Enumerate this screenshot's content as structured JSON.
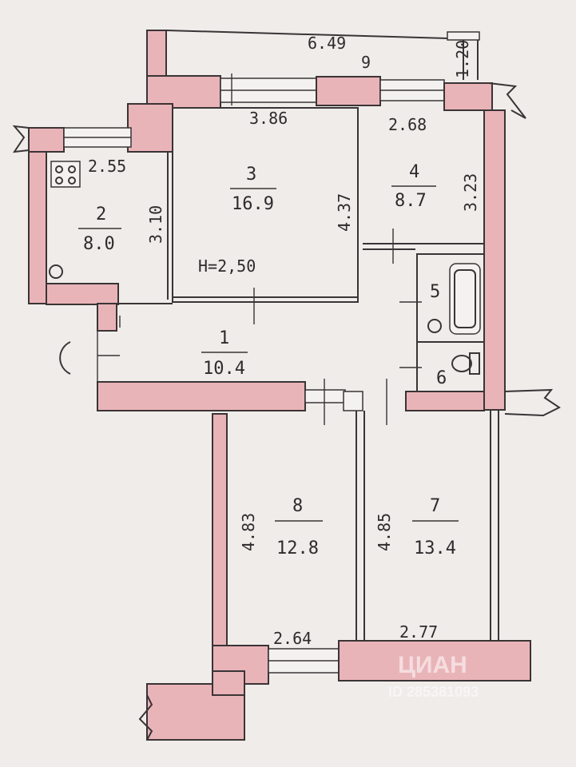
{
  "plan": {
    "ceiling_height": "H=2,50",
    "rooms": [
      {
        "num": "1",
        "area": "10.4"
      },
      {
        "num": "2",
        "area": "8.0"
      },
      {
        "num": "3",
        "area": "16.9"
      },
      {
        "num": "4",
        "area": "8.7"
      },
      {
        "num": "5"
      },
      {
        "num": "6"
      },
      {
        "num": "7",
        "area": "13.4"
      },
      {
        "num": "8",
        "area": "12.8"
      },
      {
        "num": "9"
      }
    ],
    "dims": {
      "balcony_len": "6.49",
      "balcony_w": "1.20",
      "r3_w": "3.86",
      "r3_h": "4.37",
      "r4_w": "2.68",
      "r4_h": "3.23",
      "r2_w": "2.55",
      "r2_h": "3.10",
      "r8_h": "4.83",
      "r8_w": "2.64",
      "r7_h": "4.85",
      "r7_w": "2.77"
    }
  },
  "watermark": {
    "brand": "ЦИАН",
    "id": "ID 285381093"
  }
}
